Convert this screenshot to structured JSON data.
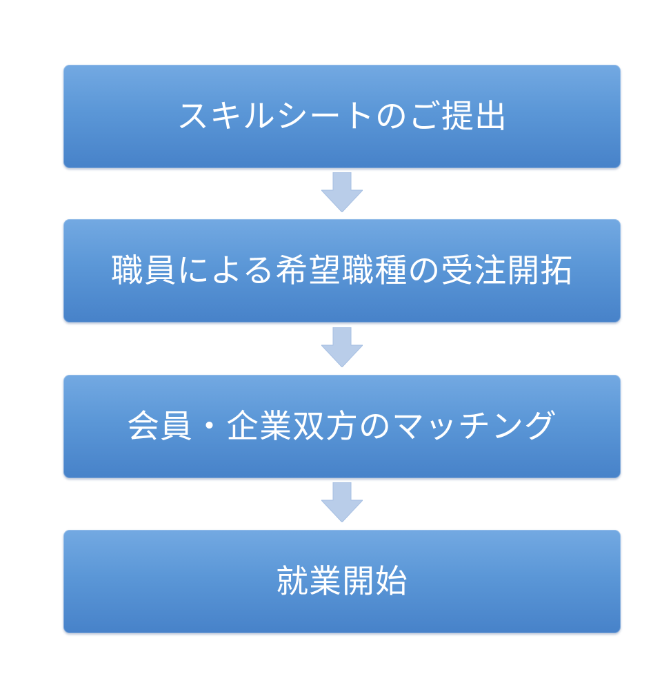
{
  "flow": {
    "steps": [
      {
        "label": "スキルシートのご提出"
      },
      {
        "label": "職員による希望職種の受注開拓"
      },
      {
        "label": "会員・企業双方のマッチング"
      },
      {
        "label": "就業開始"
      }
    ],
    "colors": {
      "box_top": "#73a9e2",
      "box_bottom": "#4782c9",
      "arrow": "#b9cde9",
      "text": "#ffffff"
    },
    "icons": [
      "down-arrow-icon",
      "down-arrow-icon",
      "down-arrow-icon"
    ]
  }
}
